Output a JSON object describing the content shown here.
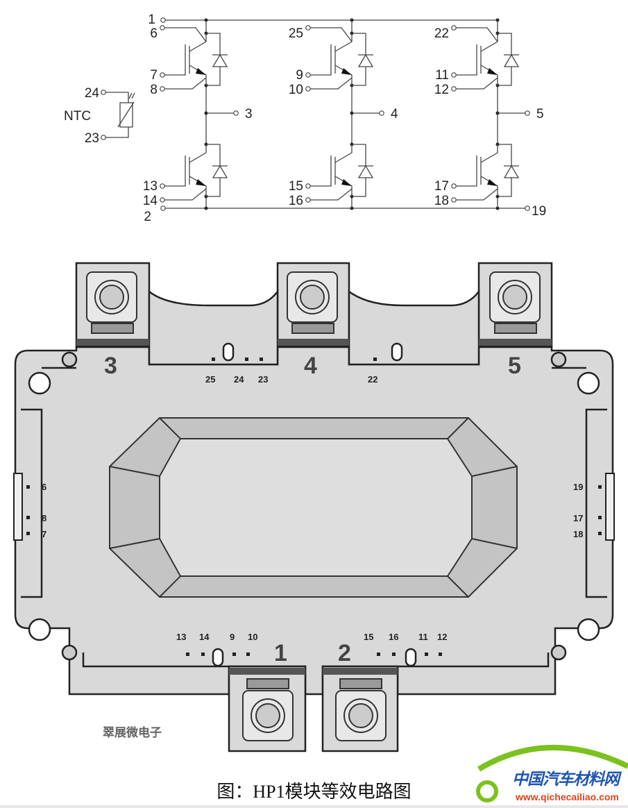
{
  "schematic": {
    "ntc_label": "NTC",
    "pins_left": {
      "p1": "1",
      "p6": "6",
      "p7": "7",
      "p8": "8",
      "p24": "24",
      "p23": "23",
      "p13": "13",
      "p14": "14",
      "p2": "2"
    },
    "leg_pins": [
      {
        "aux_c": "6",
        "gate_hi": "7",
        "aux_e_hi": "8",
        "gate_lo": "13",
        "aux_e_lo": "14",
        "out": "3"
      },
      {
        "aux_c": "25",
        "gate_hi": "9",
        "aux_e_hi": "10",
        "gate_lo": "15",
        "aux_e_lo": "16",
        "out": "4"
      },
      {
        "aux_c": "22",
        "gate_hi": "11",
        "aux_e_hi": "12",
        "gate_lo": "17",
        "aux_e_lo": "18",
        "out": "5"
      }
    ],
    "rail_top": "1",
    "rail_bottom": "2",
    "rail_bottom_right": "19",
    "ntc_a": "24",
    "ntc_b": "23"
  },
  "package": {
    "terminals_top": [
      "3",
      "4",
      "5"
    ],
    "terminals_bottom": [
      "1",
      "2"
    ],
    "top_pins": [
      "25",
      "24",
      "23",
      "22"
    ],
    "left_pins": [
      "6",
      "8",
      "7"
    ],
    "right_pins": [
      "19",
      "17",
      "18"
    ],
    "bottom_left_pins": [
      "13",
      "14",
      "9",
      "10"
    ],
    "bottom_right_pins": [
      "15",
      "16",
      "11",
      "12"
    ]
  },
  "watermark": "翠展微电子",
  "caption": "图：HP1模块等效电路图",
  "logo": {
    "name": "中国汽车材料网",
    "url": "www.qichecailiao.com",
    "green": "#7cc11f",
    "blue": "#1e55b3",
    "orange": "#e0441a"
  }
}
